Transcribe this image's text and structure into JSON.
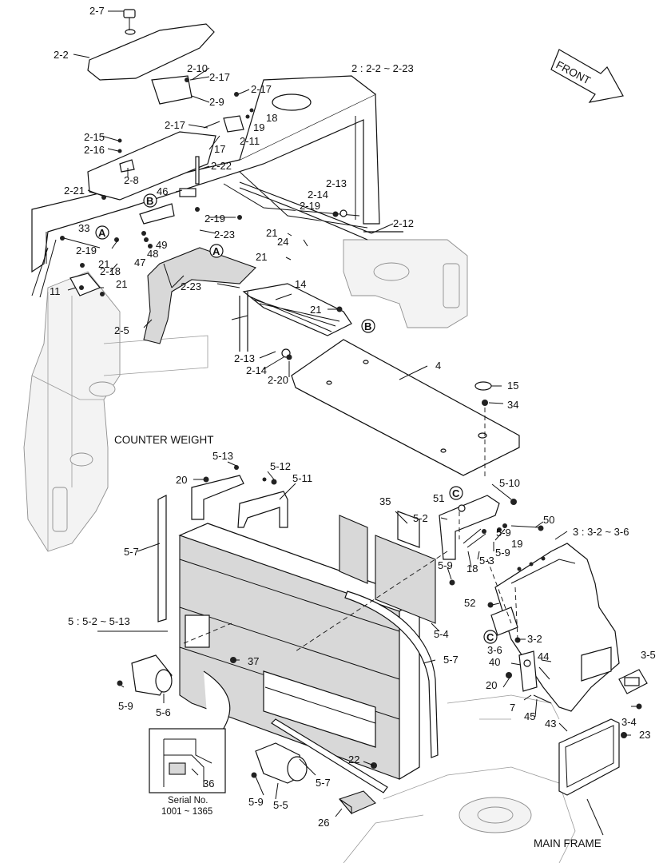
{
  "labels": {
    "p2_7": "2-7",
    "p2_2": "2-2",
    "p2_10": "2-10",
    "p2_17a": "2-17",
    "p2_9": "2-9",
    "p2_17b": "2-17",
    "p2_17c": "2-17",
    "p19a": "19",
    "p18a": "18",
    "p2_11": "2-11",
    "p17": "17",
    "p2_15": "2-15",
    "p2_16": "2-16",
    "p2_8": "2-8",
    "p2_22": "2-22",
    "p2_13a": "2-13",
    "p2_14a": "2-14",
    "p2_19a": "2-19",
    "p2_21": "2-21",
    "p46": "46",
    "p2_19b": "2-19",
    "p2_23a": "2-23",
    "p2_12": "2-12",
    "p33": "33",
    "p21a": "21",
    "p24": "24",
    "p2_19c": "2-19",
    "p49": "49",
    "p48": "48",
    "p47": "47",
    "p2_18": "2-18",
    "p21b": "21",
    "p21c": "21",
    "p21d": "21",
    "p11": "11",
    "p2_23b": "2-23",
    "p14": "14",
    "p21e": "21",
    "p2_5": "2-5",
    "p2_13b": "2-13",
    "p2_14b": "2-14",
    "p2_20": "2-20",
    "p4": "4",
    "p15": "15",
    "p34": "34",
    "p5_13": "5-13",
    "p5_12": "5-12",
    "p20a": "20",
    "p5_11": "5-11",
    "p5_10": "5-10",
    "p35": "35",
    "p51": "51",
    "p5_2": "5-2",
    "p50": "50",
    "p5_7a": "5-7",
    "p19b": "19",
    "p5_9a": "5-9",
    "p18b": "18",
    "p5_3": "5-3",
    "p5_9b": "5-9",
    "p52": "52",
    "p3_2": "3-2",
    "p5_4": "5-4",
    "p3_6": "3-6",
    "p44": "44",
    "p40": "40",
    "p5_7b": "5-7",
    "p3_5": "3-5",
    "p37": "37",
    "p20b": "20",
    "p7": "7",
    "p5_9c": "5-9",
    "p5_6": "5-6",
    "p45": "45",
    "p3_4": "3-4",
    "p43": "43",
    "p23": "23",
    "p36": "36",
    "p22": "22",
    "p5_7c": "5-7",
    "p5_9d": "5-9",
    "p5_5": "5-5",
    "p26": "26"
  },
  "groups": {
    "g2": "2 : 2-2 ~ 2-23",
    "g3": "3 : 3-2 ~ 3-6",
    "g5": "5 : 5-2 ~ 5-13"
  },
  "refs": {
    "a1": "A",
    "a2": "A",
    "b1": "B",
    "b2": "B",
    "c1": "C",
    "c2": "C"
  },
  "notes": {
    "counter_weight": "COUNTER WEIGHT",
    "main_frame": "MAIN FRAME",
    "front": "FRONT",
    "serial_line1": "Serial No.",
    "serial_line2": "1001 ~ 1365"
  }
}
